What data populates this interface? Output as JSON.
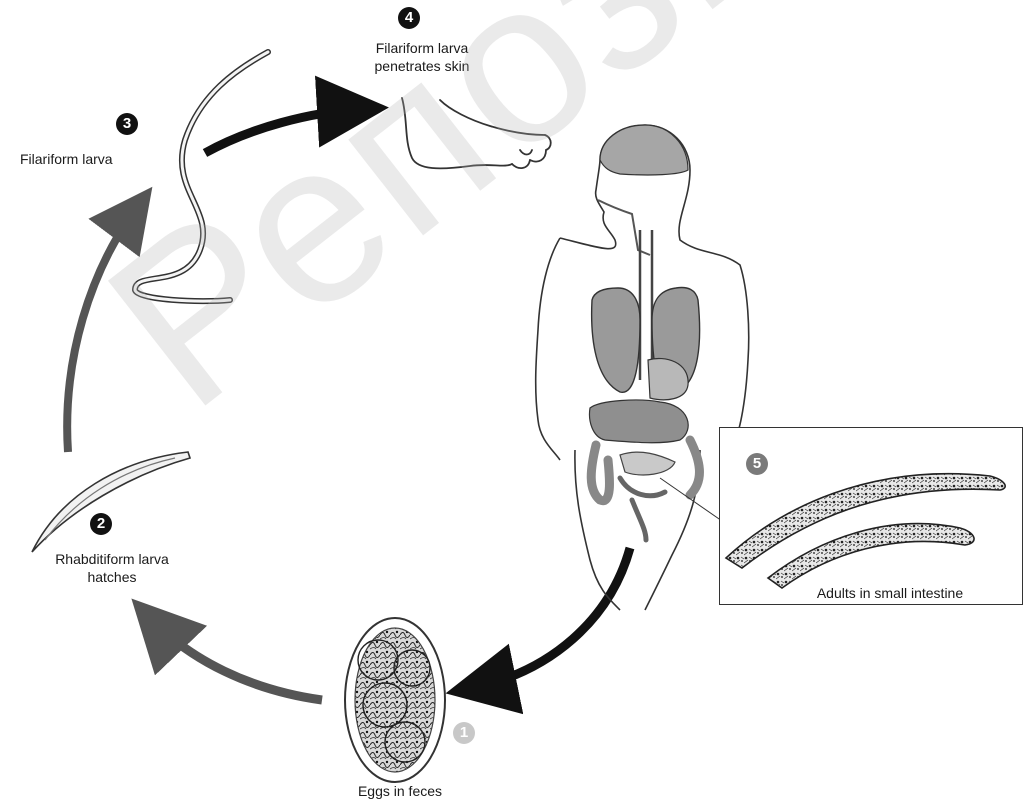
{
  "steps": {
    "s1": {
      "number": "1",
      "label": "Eggs in feces"
    },
    "s2": {
      "number": "2",
      "label_line1": "Rhabditiform larva",
      "label_line2": "hatches"
    },
    "s3": {
      "number": "3",
      "label": "Filariform larva"
    },
    "s4": {
      "number": "4",
      "label_line1": "Filariform larva",
      "label_line2": "penetrates skin"
    },
    "s5": {
      "number": "5",
      "label": "Adults in small intestine"
    }
  },
  "watermark": {
    "text": "Репозиторий"
  },
  "colors": {
    "arrow_dark": "#111111",
    "arrow_grey": "#555555",
    "organ_fill": "#9a9a9a",
    "organ_light": "#c9c9c9",
    "brain": "#a6a6a6"
  }
}
